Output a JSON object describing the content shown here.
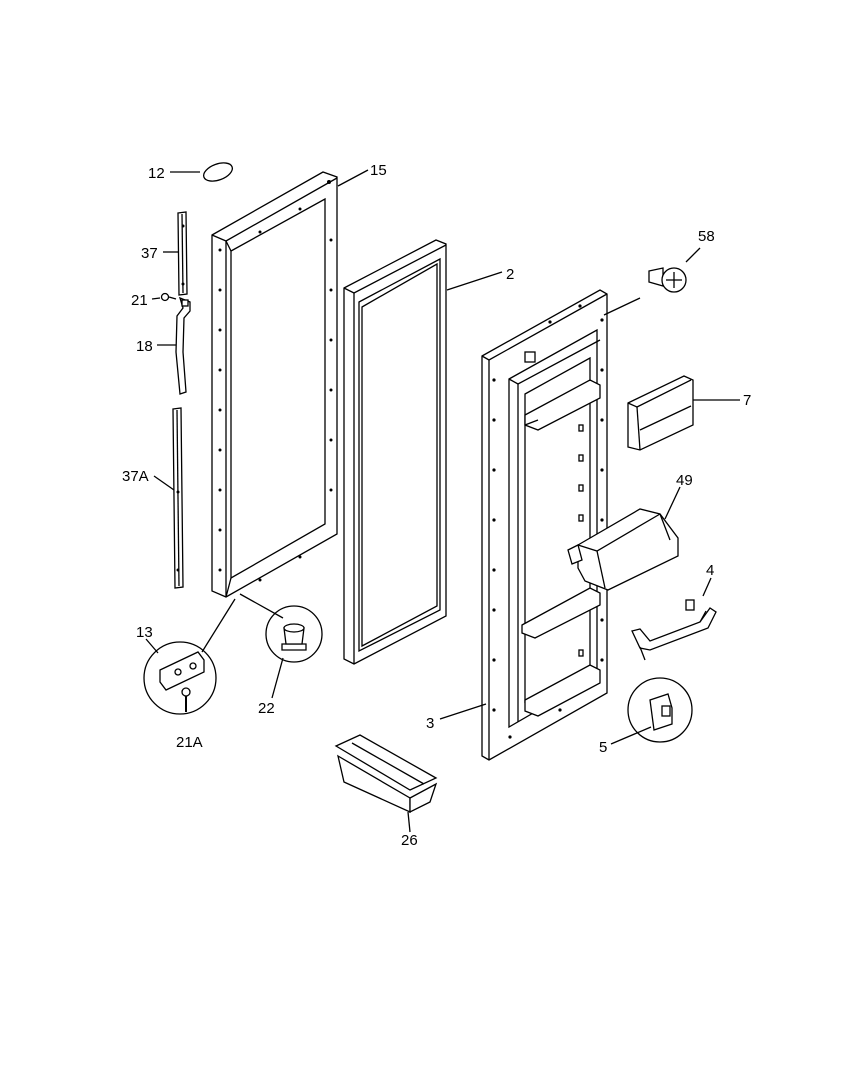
{
  "callouts": {
    "c12": "12",
    "c15": "15",
    "c37": "37",
    "c21": "21",
    "c18": "18",
    "c37a": "37A",
    "c2": "2",
    "c58": "58",
    "c7": "7",
    "c49": "49",
    "c4": "4",
    "c13": "13",
    "c21a": "21A",
    "c22": "22",
    "c3": "3",
    "c5": "5",
    "c26": "26"
  }
}
